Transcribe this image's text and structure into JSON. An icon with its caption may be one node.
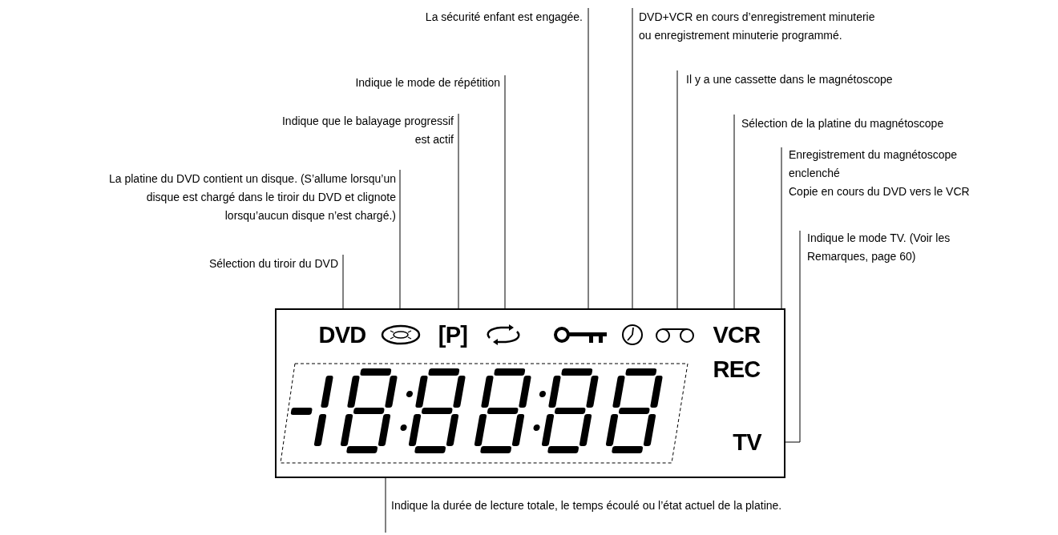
{
  "diagram": {
    "nodes": [
      {
        "text": [],
        "shape": "box"
      },
      {
        "text": [
          "DVD"
        ],
        "in": 0
      },
      {
        "text": [],
        "shape": "disc",
        "in": 0
      },
      {
        "text": [
          "[P]"
        ],
        "in": 0
      },
      {
        "text": [],
        "shape": "arrows",
        "in": 0
      },
      {
        "text": [],
        "shape": "key",
        "in": 0
      },
      {
        "text": [],
        "shape": "clock",
        "in": 0
      },
      {
        "text": [],
        "shape": "cassette",
        "in": 0
      },
      {
        "text": [
          "VCR"
        ],
        "in": 0
      },
      {
        "text": [
          "REC"
        ],
        "in": 0
      },
      {
        "text": [],
        "shape": "box",
        "in": 0
      },
      {
        "text": [
          "TV"
        ],
        "in": 0
      },
      {
        "text": [
          "Sélection du tiroir du DVD"
        ]
      },
      {
        "text": [
          "La platine du DVD contient un disque. (S’allume lorsqu’un disque est chargé dans le tiroir du DVD et clignote lorsqu’aucun disque n’est chargé.)"
        ]
      },
      {
        "text": [
          "Indique que le balayage progressif est actif"
        ]
      },
      {
        "text": [
          "Indique le mode de répétition"
        ]
      },
      {
        "text": [
          "La sécurité enfant est engagée."
        ]
      },
      {
        "text": [
          "DVD+VCR en cours d’enregistrement minuterie ou enregistrement minuterie programmé."
        ]
      },
      {
        "text": [
          "Il y a une cassette dans le magnétoscope"
        ]
      },
      {
        "text": [
          "Sélection de la platine du magnétoscope"
        ]
      },
      {
        "text": [
          "Enregistrement du magnétoscope enclenché",
          "Copie en cours du DVD vers le VCR"
        ]
      },
      {
        "text": [
          "Indique le mode TV. (Voir les Remarques, page 60)"
        ]
      },
      {
        "text": [
          "Indique la durée de lecture totale, le temps écoulé ou l’état actuel de la platine."
        ]
      }
    ],
    "edges": [
      {
        "from": 12,
        "to": 1,
        "arrow": "none"
      },
      {
        "from": 13,
        "to": 2,
        "arrow": "none"
      },
      {
        "from": 14,
        "to": 3,
        "arrow": "none"
      },
      {
        "from": 15,
        "to": 4,
        "arrow": "none"
      },
      {
        "from": 16,
        "to": 5,
        "arrow": "none"
      },
      {
        "from": 17,
        "to": 6,
        "arrow": "none"
      },
      {
        "from": 18,
        "to": 7,
        "arrow": "none"
      },
      {
        "from": 19,
        "to": 8,
        "arrow": "none"
      },
      {
        "from": 20,
        "to": 9,
        "arrow": "none"
      },
      {
        "from": 21,
        "to": 11,
        "arrow": "none"
      },
      {
        "from": 22,
        "to": 10,
        "arrow": "none"
      }
    ]
  }
}
